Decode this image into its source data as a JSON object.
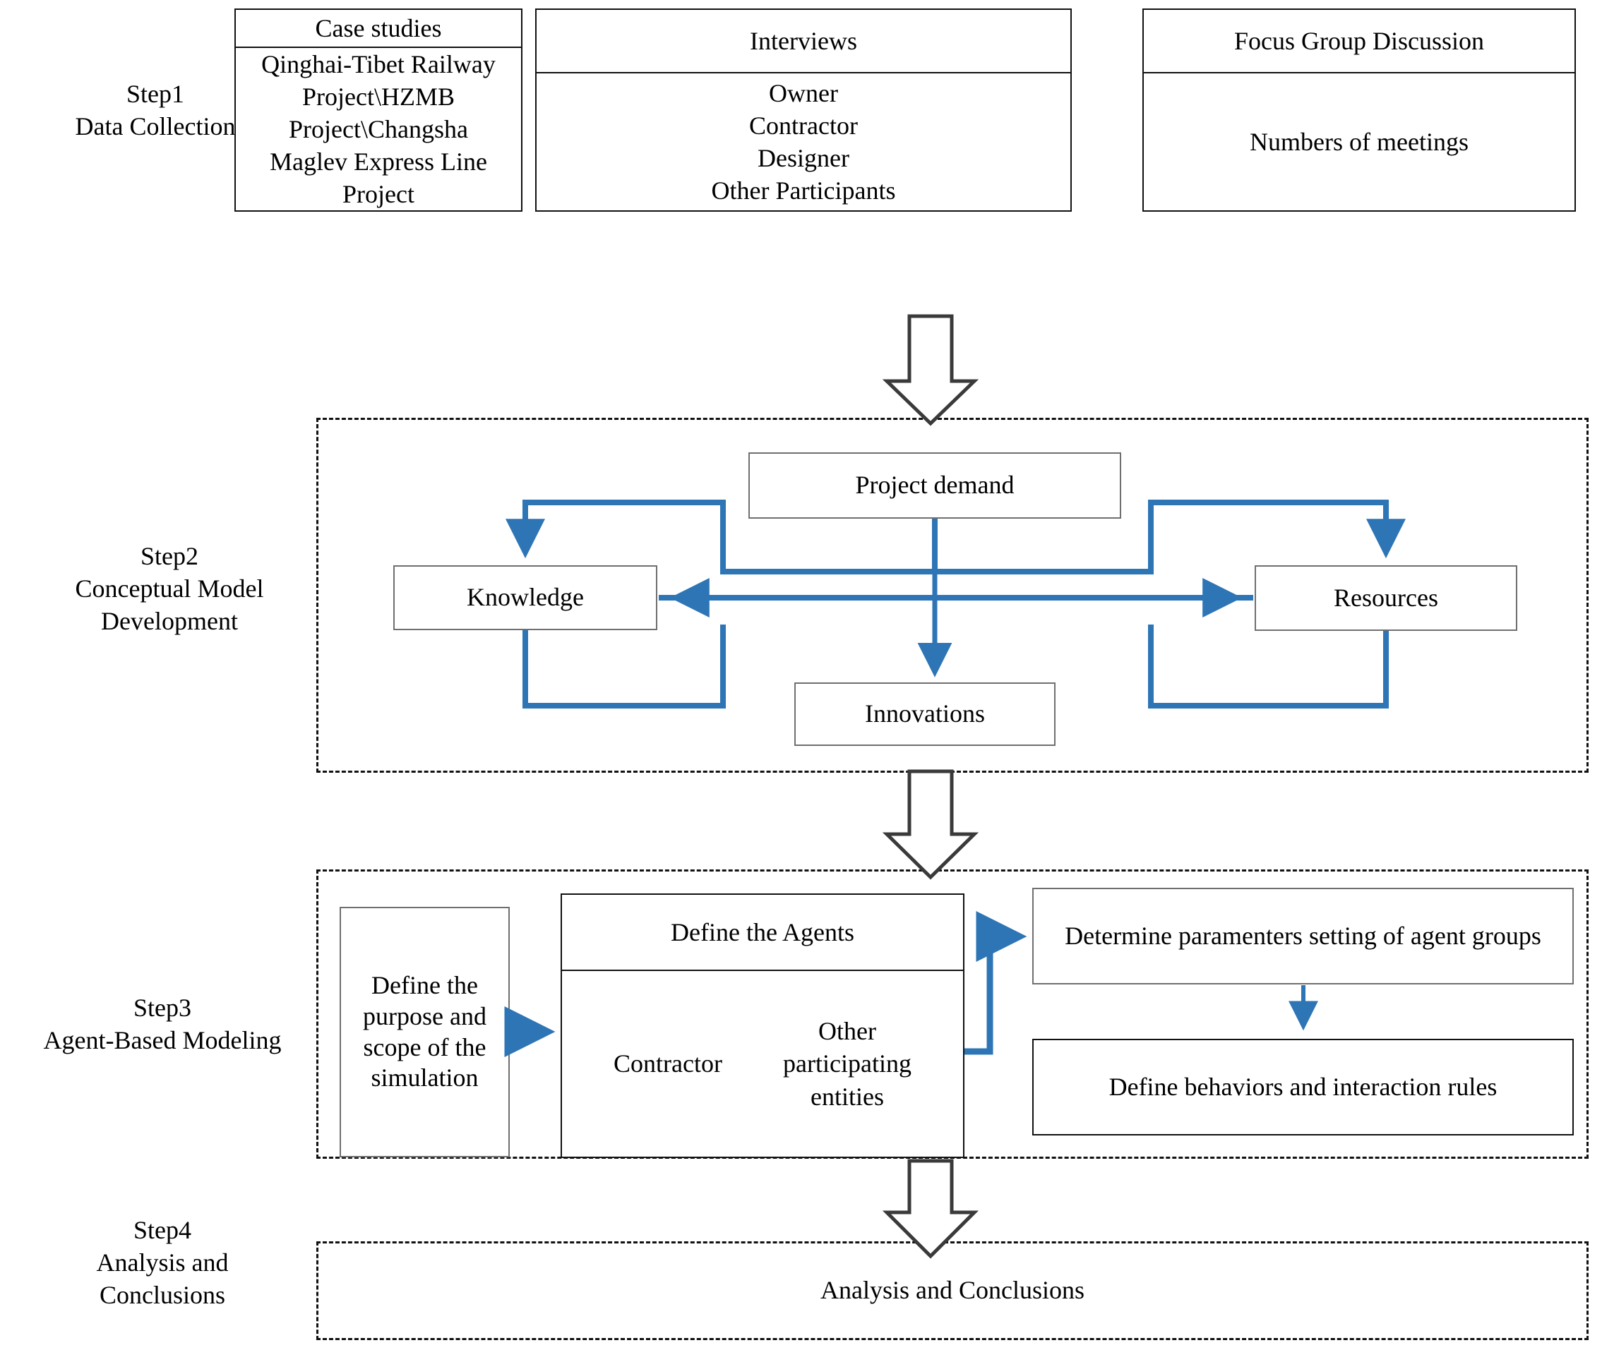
{
  "figure": {
    "type": "flowchart",
    "title": "Research methodology framework",
    "accent_color": "#2E75B6",
    "line_color": "#111111",
    "background": "#ffffff"
  },
  "steps": [
    {
      "id": "step1",
      "label": "Step1\nData Collection"
    },
    {
      "id": "step2",
      "label": "Step2\nConceptual Model\nDevelopment"
    },
    {
      "id": "step3",
      "label": "Step3\nAgent-Based Modeling"
    },
    {
      "id": "step4",
      "label": "Step4\nAnalysis and\nConclusions"
    }
  ],
  "step1": {
    "columns": [
      {
        "header": "Case studies",
        "body": "Qinghai-Tibet Railway\nProject\\HZMB Project\\Changsha\nMaglev Express Line Project"
      },
      {
        "header": "Interviews",
        "body": "Owner\nContractor\nDesigner\nOther Participants"
      },
      {
        "header": "Focus Group Discussion",
        "body": "Numbers of meetings"
      }
    ]
  },
  "step2": {
    "nodes": [
      {
        "id": "project-demand",
        "label": "Project demand"
      },
      {
        "id": "knowledge",
        "label": "Knowledge"
      },
      {
        "id": "resources",
        "label": "Resources"
      },
      {
        "id": "innovations",
        "label": "Innovations"
      }
    ],
    "edges": [
      {
        "from": "project-demand",
        "to": "knowledge",
        "style": "elbow"
      },
      {
        "from": "project-demand",
        "to": "resources",
        "style": "elbow"
      },
      {
        "from": "project-demand",
        "to": "innovations",
        "style": "straight"
      },
      {
        "from": "knowledge",
        "to": "resources",
        "style": "straight"
      },
      {
        "from": "resources",
        "to": "knowledge",
        "style": "straight"
      },
      {
        "from": "knowledge",
        "to": "resources-loop",
        "style": "elbow"
      },
      {
        "from": "resources",
        "to": "knowledge-loop",
        "style": "elbow"
      }
    ]
  },
  "step3": {
    "purpose_box": "Define the\npurpose and\nscope of the\nsimulation",
    "agents_box": {
      "header": "Define the Agents",
      "cells": [
        "Contractor",
        "Other\nparticipating\nentities"
      ]
    },
    "parameters_box": "Determine paramenters setting of agent groups",
    "behaviors_box": "Define behaviors and interaction rules"
  },
  "step4": {
    "box": "Analysis and Conclusions"
  }
}
